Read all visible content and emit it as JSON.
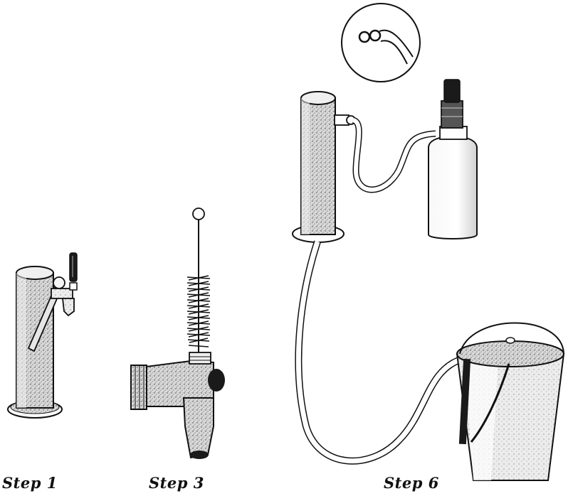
{
  "captions": {
    "step1": "Step 1",
    "step3": "Step 3",
    "step6": "Step 6"
  },
  "illustrations": {
    "step1": [
      "beer-tower",
      "tap-handle",
      "faucet",
      "wrench"
    ],
    "step3": [
      "faucet-body",
      "cleaning-brush"
    ],
    "step6": [
      "beer-tower",
      "hose-coupling-detail",
      "cleaning-bottle",
      "drain-hose",
      "bucket"
    ]
  },
  "colors": {
    "ink": "#111111",
    "stipple_fill": "#d6d6d6",
    "dark_part": "#1a1a1a"
  }
}
